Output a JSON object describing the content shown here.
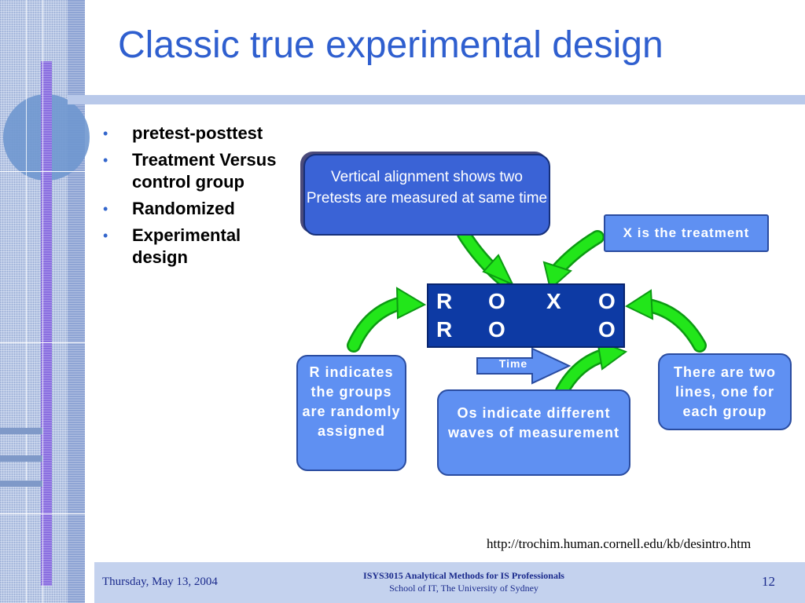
{
  "slide": {
    "title": "Classic true experimental design",
    "bullets": [
      "pretest-posttest",
      "Treatment Versus control group",
      "Randomized",
      "Experimental design"
    ],
    "source_url": "http://trochim.human.cornell.edu/kb/desintro.htm"
  },
  "diagram": {
    "callout_vertical": "Vertical alignment shows two Pretests are measured at same time",
    "box_treatment": "X is the treatment",
    "box_random": "R indicates the groups are randomly assigned",
    "box_lines": "There are two lines, one for each group",
    "box_measurement": "Os indicate different waves of measurement",
    "time_label": "Time",
    "notation": {
      "row1": [
        "R",
        "O",
        "X",
        "O"
      ],
      "row2": [
        "R",
        "O",
        "O"
      ]
    }
  },
  "footer": {
    "date": "Thursday, May 13, 2004",
    "course": "ISYS3015 Analytical Methods for IS Professionals",
    "school": "School of IT, The University of Sydney",
    "page_number": "12"
  },
  "colors": {
    "title": "#2f5fcf",
    "callout": "#3a63d6",
    "box": "#5f90f2",
    "notation_bg": "#0d3aa4",
    "arrow": "#22e61a",
    "footer_bg": "#c4d2ee"
  }
}
